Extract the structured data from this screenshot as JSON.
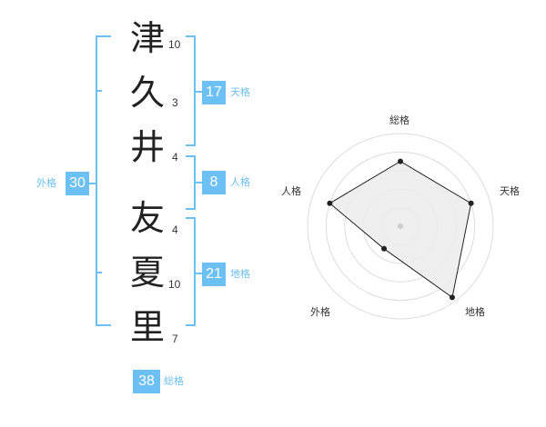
{
  "name_chars": [
    {
      "char": "津",
      "strokes": "10"
    },
    {
      "char": "久",
      "strokes": "3"
    },
    {
      "char": "井",
      "strokes": "4"
    },
    {
      "char": "友",
      "strokes": "4"
    },
    {
      "char": "夏",
      "strokes": "10"
    },
    {
      "char": "里",
      "strokes": "7"
    }
  ],
  "fortunes": {
    "tenkaku": {
      "value": "17",
      "label": "天格"
    },
    "jinkaku": {
      "value": "8",
      "label": "人格"
    },
    "chikaku": {
      "value": "21",
      "label": "地格"
    },
    "gaikaku": {
      "value": "30",
      "label": "外格"
    },
    "soukaku": {
      "value": "38",
      "label": "総格"
    }
  },
  "radar": {
    "labels": {
      "soukaku": "総格",
      "tenkaku": "天格",
      "chikaku": "地格",
      "gaikaku": "外格",
      "jinkaku": "人格"
    },
    "values": [
      0.7,
      0.8,
      0.95,
      0.3,
      0.8
    ]
  },
  "colors": {
    "accent": "#6cc0f4",
    "radar_fill": "#ececec",
    "radar_stroke": "#222222"
  }
}
